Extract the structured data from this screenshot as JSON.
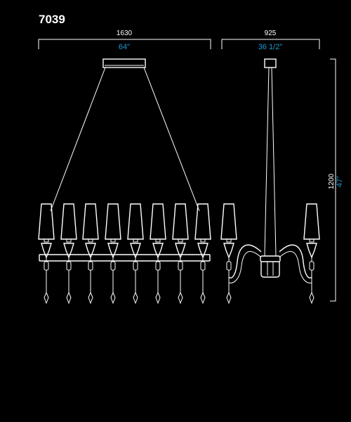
{
  "model_number": "7039",
  "dimensions": {
    "front_width_mm": "1630",
    "front_width_in": "64\"",
    "side_width_mm": "925",
    "side_width_in": "36 1/2\"",
    "height_mm": "1200",
    "height_in": "47\""
  },
  "colors": {
    "background": "#000000",
    "lines": "#ffffff",
    "imperial": "#1f9ad6"
  }
}
